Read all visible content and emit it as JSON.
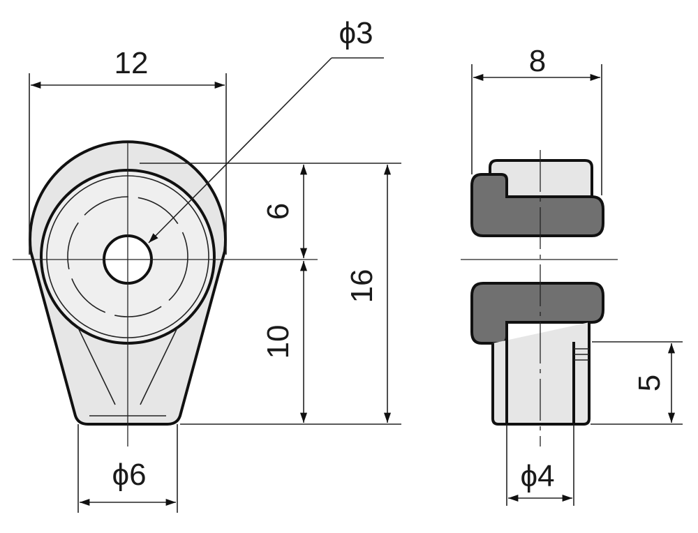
{
  "front_view": {
    "width_label": "12",
    "hole_diameter_label": "ϕ3",
    "top_height_label": "6",
    "bottom_height_label": "10",
    "total_height_label": "16",
    "base_diameter_label": "ϕ6"
  },
  "side_view": {
    "width_label": "8",
    "shaft_length_label": "5",
    "shaft_diameter_label": "ϕ4"
  },
  "colors": {
    "line": "#111111",
    "part_fill": "#e6e6e6",
    "section_fill": "#707070"
  }
}
